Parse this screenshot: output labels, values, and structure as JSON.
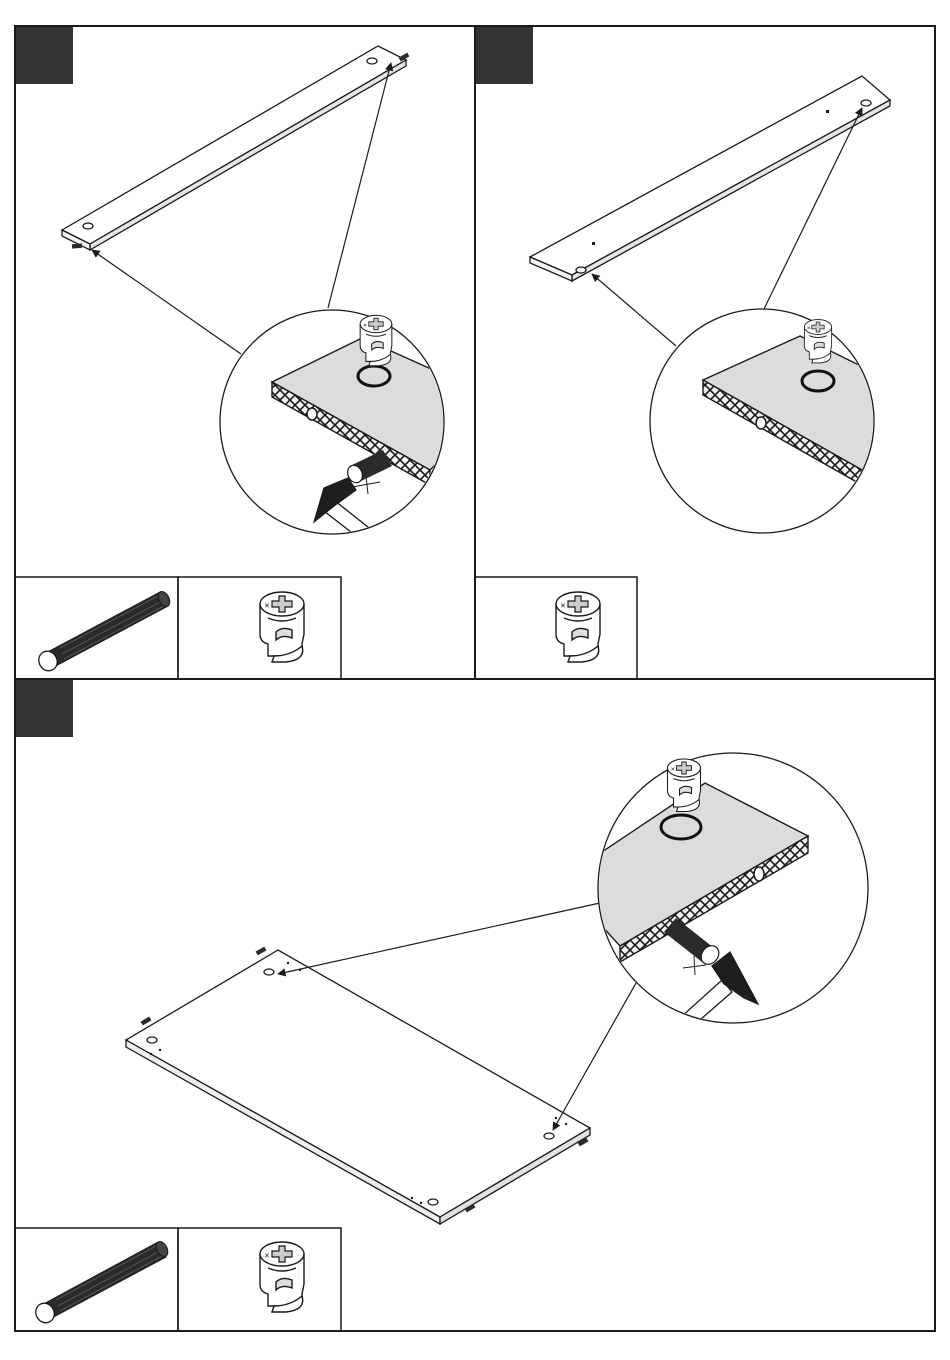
{
  "colors": {
    "line": "#1a1a1a",
    "step_marker": "#333333",
    "board_face": "#dcdcdc",
    "board_top": "#ffffff",
    "edge_pattern": "#f2f2f2",
    "dowel": "#2a2a2a",
    "hammer_head": "#1e1e1e",
    "cam_ring": "#111111"
  },
  "panels": [
    {
      "id": "step-1",
      "step_label": "",
      "parts": [
        "wooden-dowel-icon",
        "cam-lock-icon"
      ]
    },
    {
      "id": "step-2",
      "step_label": "",
      "parts": [
        "cam-lock-icon"
      ]
    },
    {
      "id": "step-3",
      "step_label": "",
      "parts": [
        "wooden-dowel-icon",
        "cam-lock-icon"
      ]
    }
  ]
}
